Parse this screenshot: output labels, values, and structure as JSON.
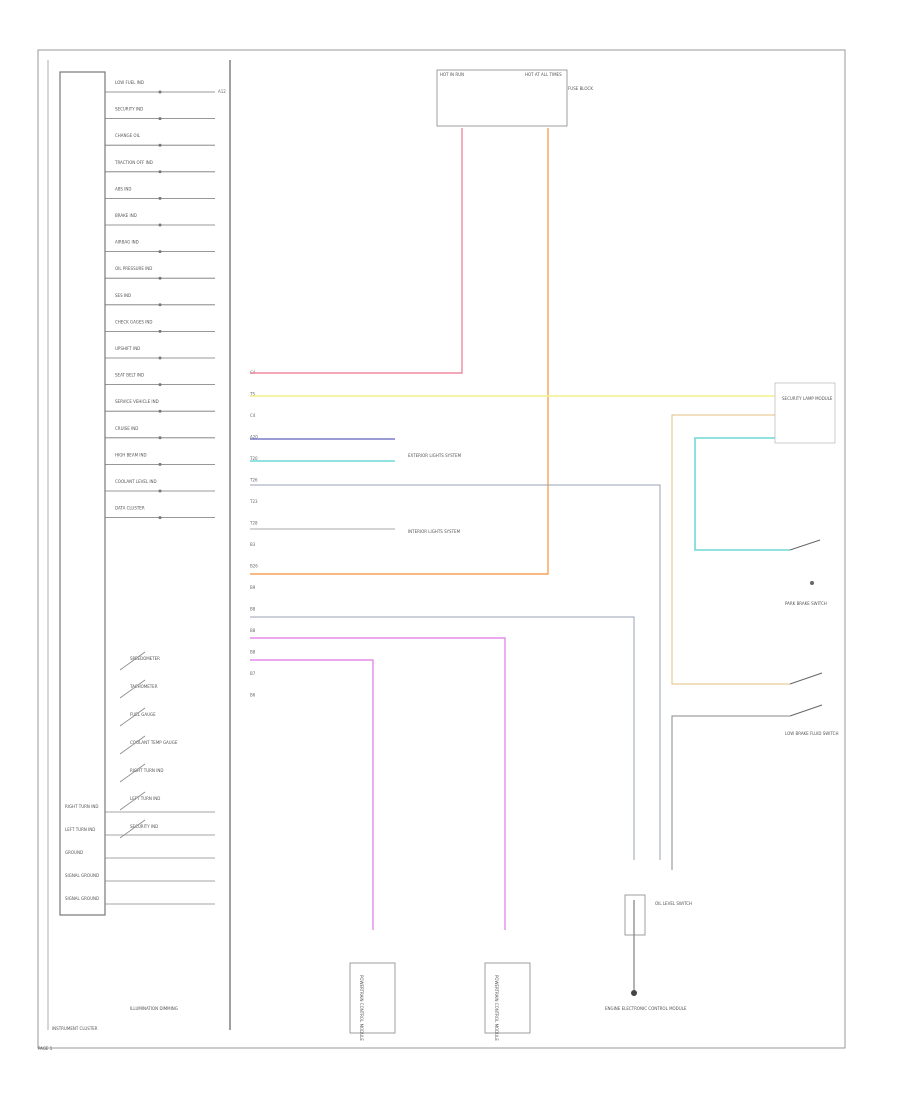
{
  "cluster": {
    "title": "INSTRUMENT CLUSTER",
    "indicators": [
      {
        "label": "LOW FUEL IND",
        "pin": "A12"
      },
      {
        "label": "SECURITY IND",
        "pin": ""
      },
      {
        "label": "CHANGE OIL",
        "pin": ""
      },
      {
        "label": "TRACTION OFF IND",
        "pin": ""
      },
      {
        "label": "ABS IND",
        "pin": ""
      },
      {
        "label": "BRAKE IND",
        "pin": ""
      },
      {
        "label": "AIRBAG IND",
        "pin": ""
      },
      {
        "label": "OIL PRESSURE IND",
        "pin": ""
      },
      {
        "label": "SES IND",
        "pin": ""
      },
      {
        "label": "CHECK GAGES IND",
        "pin": ""
      },
      {
        "label": "UPSHIFT IND",
        "pin": ""
      },
      {
        "label": "SEAT BELT IND",
        "pin": ""
      },
      {
        "label": "SERVICE VEHICLE IND",
        "pin": ""
      },
      {
        "label": "CRUISE IND",
        "pin": ""
      },
      {
        "label": "HIGH BEAM IND",
        "pin": ""
      },
      {
        "label": "COOLANT LEVEL IND",
        "pin": ""
      },
      {
        "label": "DATA CLUSTER",
        "pin": ""
      }
    ],
    "gauges": [
      "SPEEDOMETER",
      "TACHOMETER",
      "FUEL GAUGE",
      "COOLANT TEMP GAUGE",
      "RIGHT TURN IND",
      "LEFT TURN IND",
      "SECURITY IND"
    ],
    "left_boxes": [
      "RIGHT TURN IND",
      "LEFT TURN IND",
      "GROUND",
      "SIGNAL GROUND",
      "SIGNAL GROUND"
    ],
    "illum_label": "ILLUMINATION DIMMING"
  },
  "pins": [
    "C4",
    "TS",
    "C4",
    "A20",
    "T20",
    "T26",
    "T23",
    "T28",
    "B3",
    "B26",
    "B9",
    "B8",
    "B8",
    "B8",
    "B7",
    "B6"
  ],
  "wires": [
    {
      "color_name": "PNK",
      "hex": "#f08aa0"
    },
    {
      "color_name": "YEL",
      "hex": "#f5f08a"
    },
    {
      "color_name": "DK BLU/WHT",
      "hex": "#7a7ac8"
    },
    {
      "color_name": "LT BLU/WHT",
      "hex": "#6fd8d8"
    },
    {
      "color_name": "BLK",
      "hex": "#9aa0b0"
    },
    {
      "color_name": "ORN",
      "hex": "#f5a25a"
    },
    {
      "color_name": "PPL",
      "hex": "#e48ce8"
    },
    {
      "color_name": "TAN/WHT",
      "hex": "#e0c080"
    }
  ],
  "references": {
    "exterior_lights": "EXTERIOR LIGHTS SYSTEM",
    "interior_lights": "INTERIOR LIGHTS SYSTEM"
  },
  "components": {
    "fuse_block": {
      "left": "HOT IN RUN",
      "right": "HOT AT ALL TIMES",
      "name": "FUSE BLOCK"
    },
    "security_lamp": "SECURITY LAMP MODULE",
    "park_brake": "PARK BRAKE SWITCH",
    "low_brake": "LOW BRAKE FLUID SWITCH",
    "oil_level": "OIL LEVEL SWITCH",
    "engine_sensor": "ENGINE ELECTRONIC CONTROL MODULE",
    "pcm_left": "POWERTRAIN CONTROL MODULE",
    "pcm_right": "POWERTRAIN CONTROL MODULE"
  },
  "footer": "PAGE 1"
}
